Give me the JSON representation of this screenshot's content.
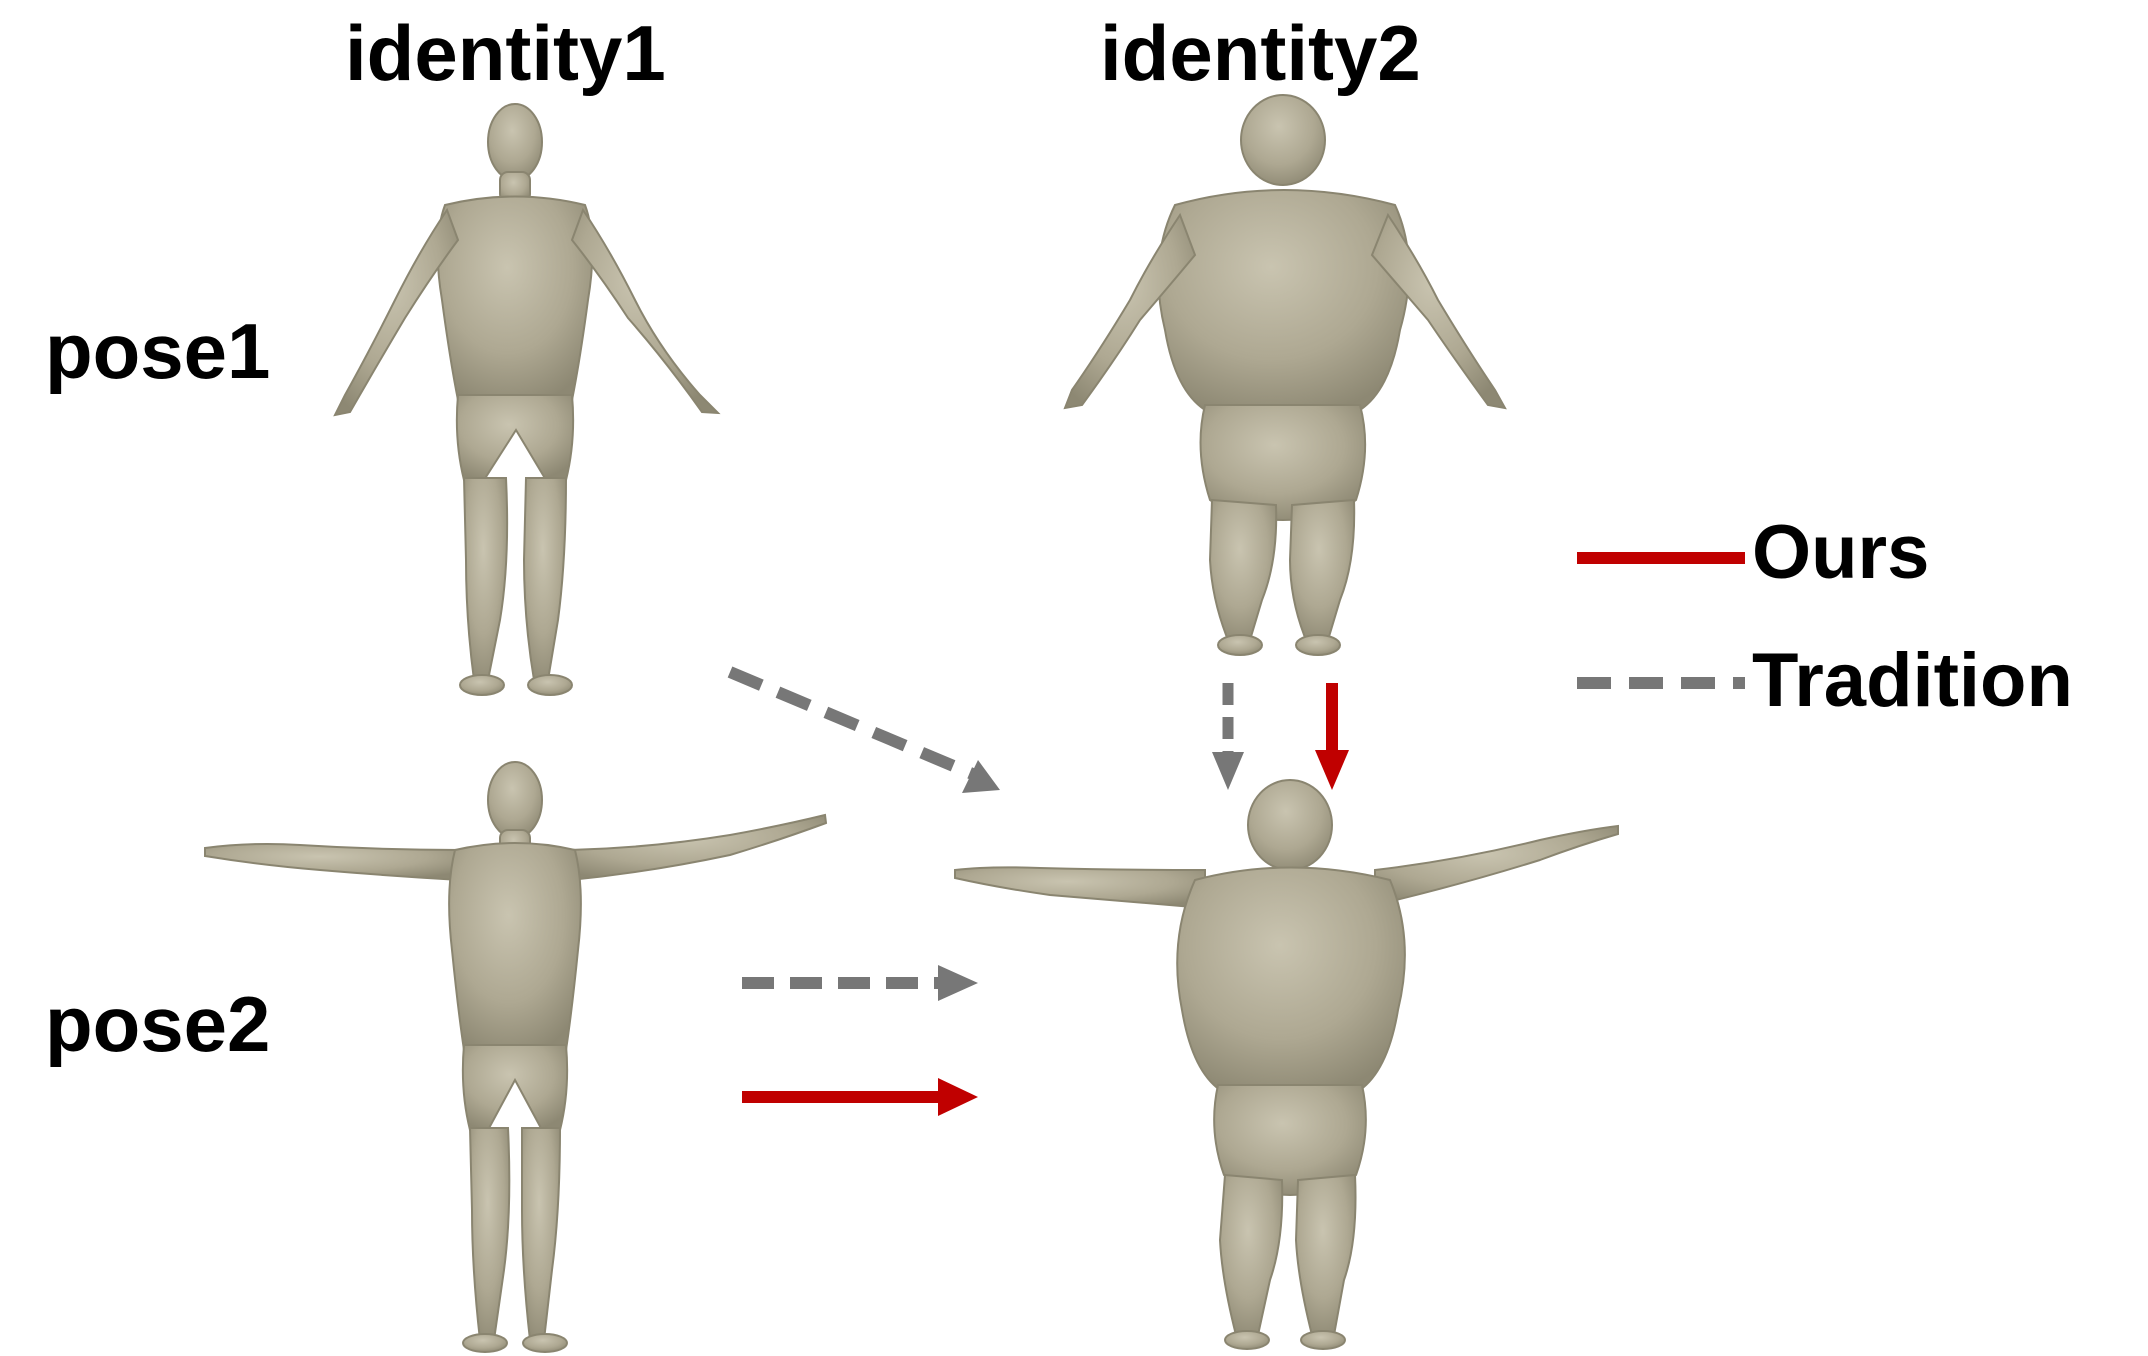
{
  "columns": [
    {
      "label": "identity1"
    },
    {
      "label": "identity2"
    }
  ],
  "rows": [
    {
      "label": "pose1"
    },
    {
      "label": "pose2"
    }
  ],
  "legend": {
    "ours": {
      "label": "Ours",
      "color": "#c00000",
      "style": "solid"
    },
    "tradition": {
      "label": "Tradition",
      "color": "#7a7a7a",
      "style": "dashed"
    }
  },
  "colors": {
    "body_fill": "#b3ad98",
    "body_shade": "#8f8a76",
    "ours_arrow": "#c00000",
    "tradition_arrow": "#777777"
  }
}
